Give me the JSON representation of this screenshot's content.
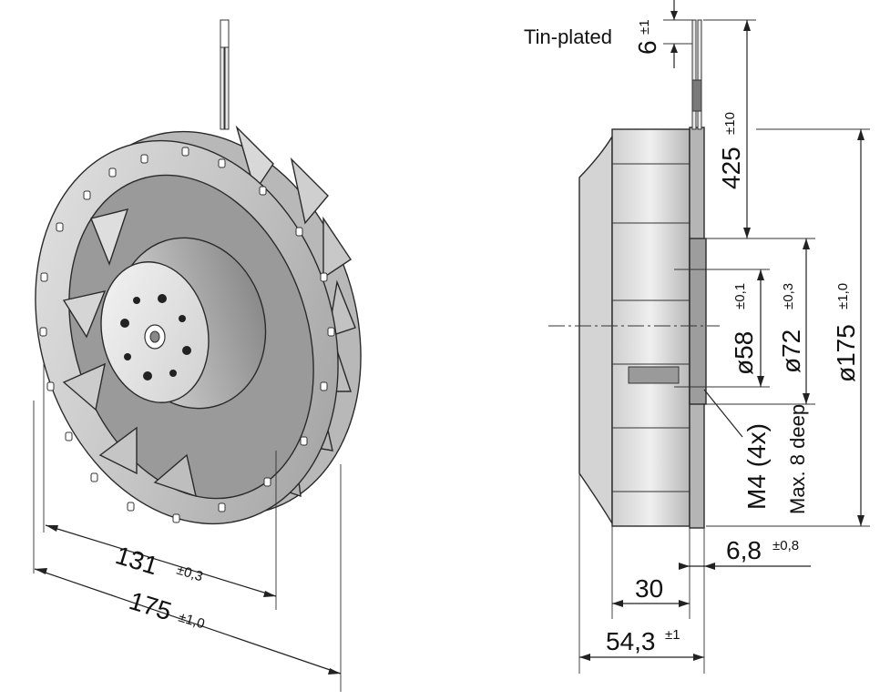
{
  "dimensions": {
    "front_inner_value": "131",
    "front_inner_tol": "±0,3",
    "front_outer_value": "175",
    "front_outer_tol": "±1,0",
    "lead_strip_label": "Tin-plated",
    "lead_strip_value": "6",
    "lead_strip_tol": "±1",
    "lead_length_value": "425",
    "lead_length_tol": "±10",
    "dia58_value": "ø58",
    "dia58_tol": "±0,1",
    "dia72_value": "ø72",
    "dia72_tol": "±0,3",
    "dia175_value": "ø175",
    "dia175_tol": "±1,0",
    "thread_label": "M4 (4x)",
    "thread_depth": "Max. 8 deep",
    "flange_value": "6,8",
    "flange_tol": "±0,8",
    "depth30_value": "30",
    "depth54_value": "54,3",
    "depth54_tol": "±1"
  }
}
